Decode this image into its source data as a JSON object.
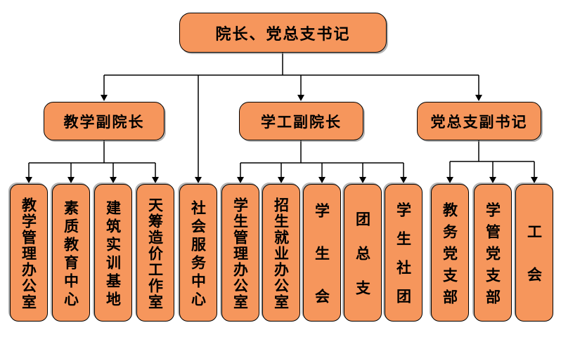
{
  "palette": {
    "box_fill": "#F6965C",
    "box_border": "#000000",
    "text_color": "#000000",
    "shadow": "#787878",
    "background": "#FFFFFF",
    "connector": "#000000"
  },
  "nodes": {
    "root": "院长、党总支书记",
    "vice": [
      "教学副院长",
      "学工副院长",
      "党总支副书记"
    ],
    "leaves": [
      "教学管理办公室",
      "素质教育中心",
      "建筑实训基地",
      "天筹造价工作室",
      "社会服务中心",
      "学生管理办公室",
      "招生就业办公室",
      "学生会",
      "团总支",
      "学生社团",
      "教务党支部",
      "学管党支部",
      "工会"
    ]
  },
  "hierarchy": {
    "root": "院长、党总支书记",
    "children": [
      {
        "label": "教学副院长",
        "children": [
          "教学管理办公室",
          "素质教育中心",
          "建筑实训基地",
          "天筹造价工作室"
        ]
      },
      {
        "label": "社会服务中心",
        "children": []
      },
      {
        "label": "学工副院长",
        "children": [
          "学生管理办公室",
          "招生就业办公室",
          "学生会",
          "团总支",
          "学生社团"
        ]
      },
      {
        "label": "党总支副书记",
        "children": [
          "教务党支部",
          "学管党支部",
          "工会"
        ]
      }
    ]
  }
}
